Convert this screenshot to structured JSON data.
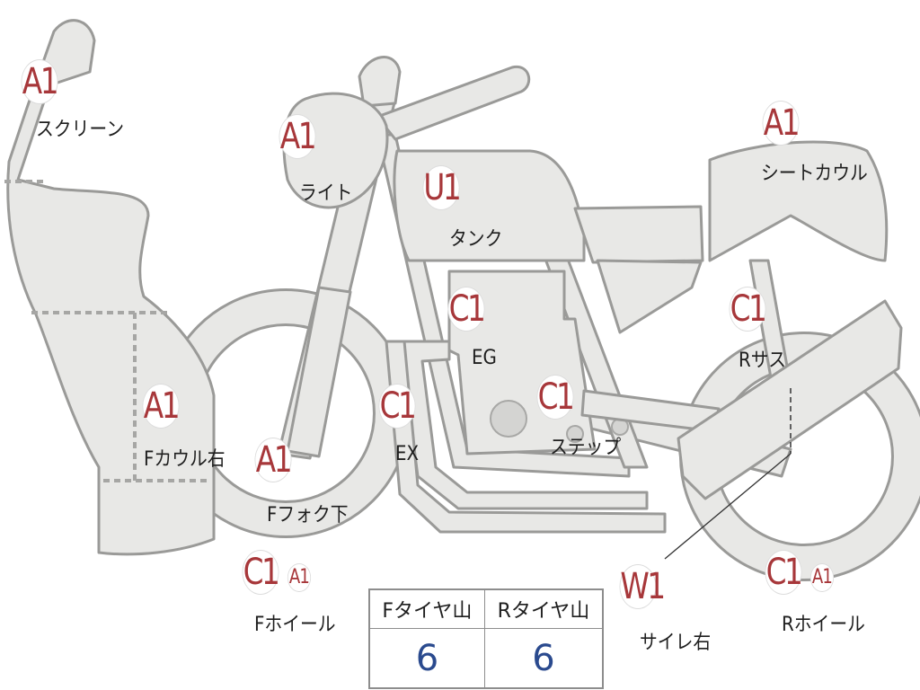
{
  "callouts": [
    {
      "grade": "A1",
      "label": "スクリーン"
    },
    {
      "grade": "A1",
      "label": "ライト"
    },
    {
      "grade": "U1",
      "label": "タンク"
    },
    {
      "grade": "A1",
      "label": "シートカウル"
    },
    {
      "grade": "C1",
      "label": "EG"
    },
    {
      "grade": "C1",
      "label": "Rサス"
    },
    {
      "grade": "A1",
      "label": "Fカウル右"
    },
    {
      "grade": "C1",
      "label": "EX"
    },
    {
      "grade": "C1",
      "label": "ステップ"
    },
    {
      "grade": "A1",
      "label": "Fフォク下"
    },
    {
      "grade": "C1",
      "grade2": "A1",
      "label": "Fホイール"
    },
    {
      "grade": "W1",
      "label": "サイレ右"
    },
    {
      "grade": "C1",
      "grade2": "A1",
      "label": "Rホイール"
    }
  ],
  "tread_table": {
    "headers": [
      "Fタイヤ山",
      "Rタイヤ山"
    ],
    "values": [
      "6",
      "6"
    ]
  },
  "colors": {
    "grade_text": "#a7373a",
    "table_value": "#2a4a8e",
    "part_fill": "#e8e8e6",
    "part_outline": "#9a9a98"
  }
}
